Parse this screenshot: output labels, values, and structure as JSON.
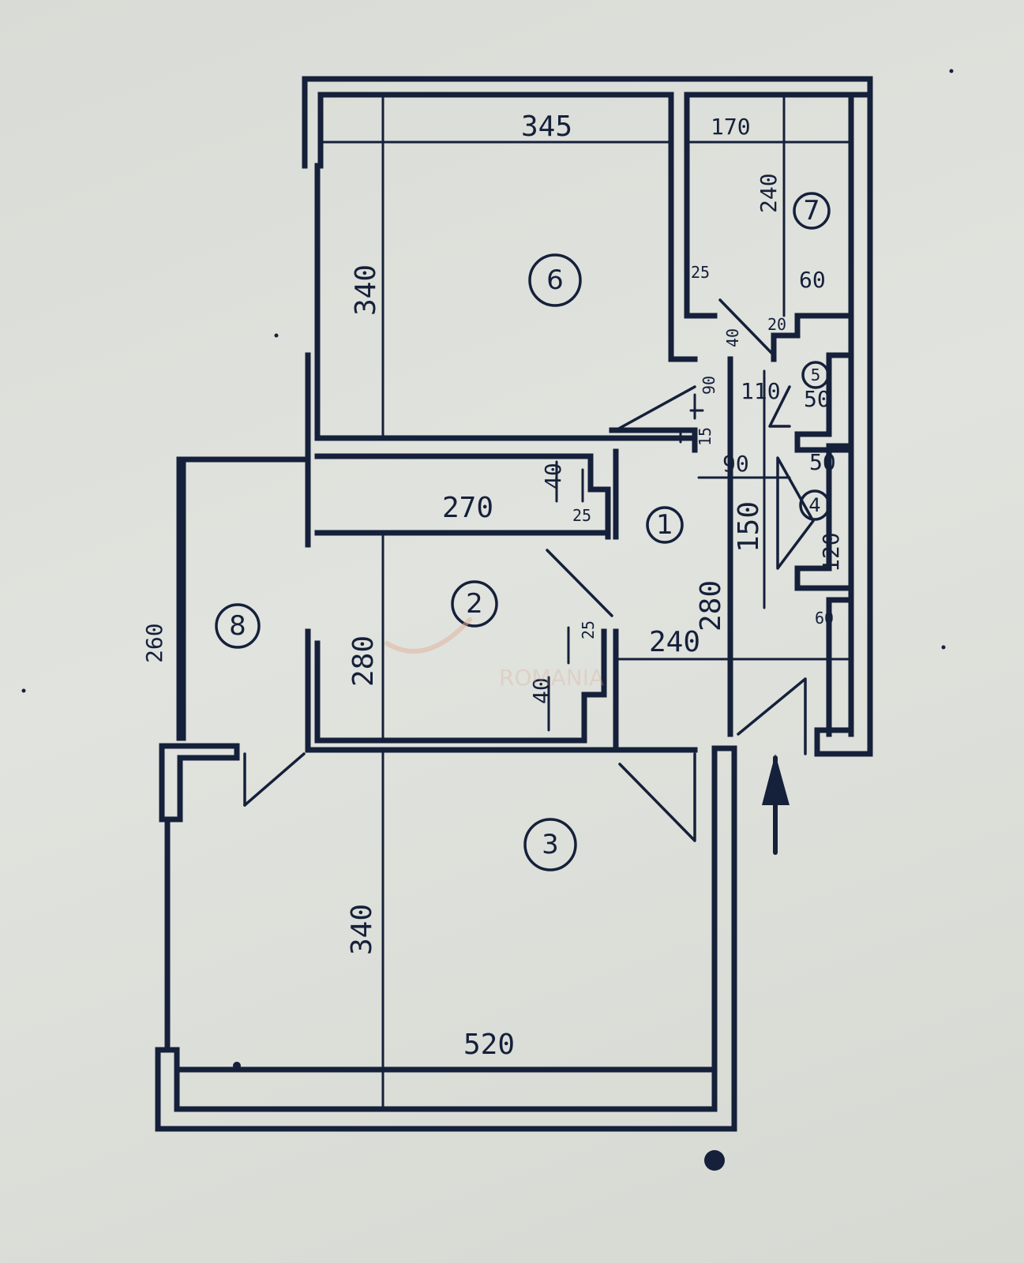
{
  "rooms": [
    {
      "number": "1"
    },
    {
      "number": "2"
    },
    {
      "number": "3"
    },
    {
      "number": "4"
    },
    {
      "number": "5"
    },
    {
      "number": "6"
    },
    {
      "number": "7"
    },
    {
      "number": "8"
    }
  ],
  "dimensions": {
    "room6_width": "345",
    "room6_depth": "340",
    "room7_width": "170",
    "room7_depth": "240",
    "room7_small_a": "25",
    "room7_small_b": "60",
    "hall_small_a": "40",
    "hall_small_b": "90",
    "hall_small_c": "20",
    "hall_width_110": "110",
    "room5_width": "50",
    "hall_15": "15",
    "hall_90": "90",
    "room4_top": "50",
    "hall_length": "150",
    "room4_depth": "120",
    "room4_bottom": "60",
    "closet_depth": "40",
    "closet_width": "270",
    "closet_small": "25",
    "room2_depth": "280",
    "room2_small_a": "25",
    "room2_small_b": "40",
    "room1_width": "240",
    "room1_depth": "280",
    "room8_length": "260",
    "room3_depth": "340",
    "room3_width": "520"
  },
  "watermark": {
    "text": "ROMANIA"
  },
  "colors": {
    "ink": "#15203a",
    "paper": "#dcded9",
    "watermark": "#d9a58a"
  }
}
